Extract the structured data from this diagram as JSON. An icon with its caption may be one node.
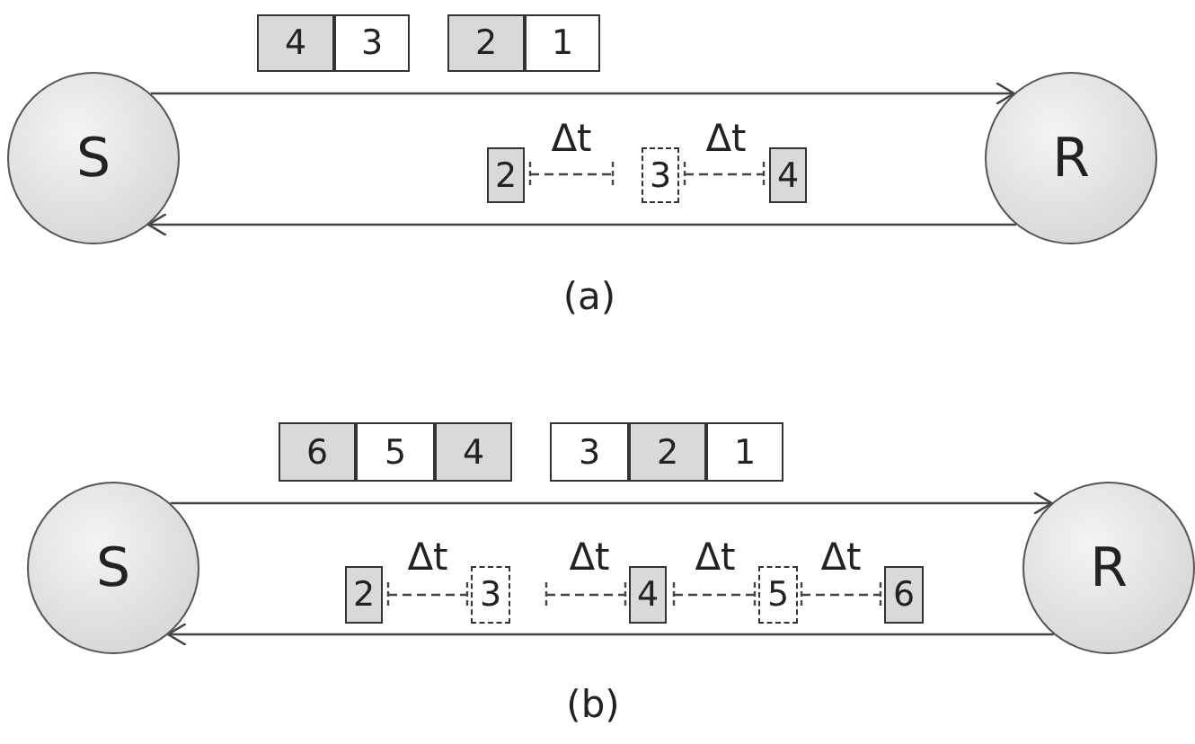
{
  "diagram": {
    "nodes": [
      {
        "text": [
          "S"
        ]
      },
      {
        "text": [
          "R"
        ]
      },
      {
        "text": [
          "4"
        ]
      },
      {
        "text": [
          "3"
        ]
      },
      {
        "text": [
          "2"
        ]
      },
      {
        "text": [
          "1"
        ]
      },
      {
        "text": [
          "2"
        ]
      },
      {
        "text": [
          "3"
        ]
      },
      {
        "text": [
          "4"
        ]
      },
      {
        "text": [
          "S"
        ]
      },
      {
        "text": [
          "R"
        ]
      },
      {
        "text": [
          "6"
        ]
      },
      {
        "text": [
          "5"
        ]
      },
      {
        "text": [
          "4"
        ]
      },
      {
        "text": [
          "3"
        ]
      },
      {
        "text": [
          "2"
        ]
      },
      {
        "text": [
          "1"
        ]
      },
      {
        "text": [
          "2"
        ]
      },
      {
        "text": [
          "3"
        ]
      },
      {
        "text": [
          "4"
        ]
      },
      {
        "text": [
          "5"
        ]
      },
      {
        "text": [
          "6"
        ]
      }
    ],
    "edges": [
      {
        "from": 0,
        "to": 1,
        "arrow": "to"
      },
      {
        "from": 1,
        "to": 0,
        "arrow": "to"
      },
      {
        "from": 9,
        "to": 10,
        "arrow": "to"
      },
      {
        "from": 10,
        "to": 9,
        "arrow": "to"
      }
    ],
    "labels": [
      "Δt",
      "Δt",
      "(a)",
      "Δt",
      "Δt",
      "Δt",
      "Δt",
      "(b)"
    ]
  }
}
